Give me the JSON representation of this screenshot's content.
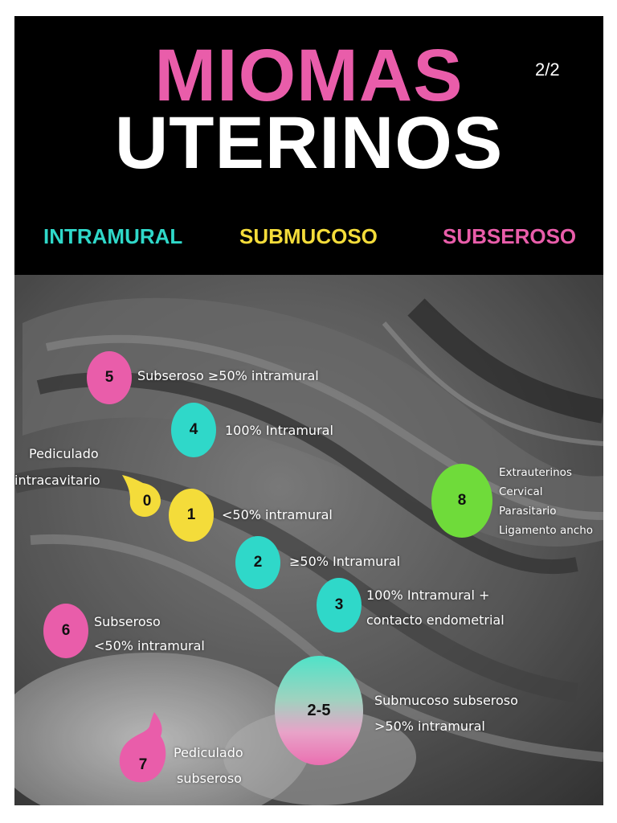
{
  "title": {
    "line1": "MIOMAS",
    "line2": "UTERINOS",
    "page": "2/2"
  },
  "colors": {
    "pink": "#e95daa",
    "white": "#ffffff",
    "cyan": "#2fd8c9",
    "yellow": "#f4dc3a",
    "green": "#6fdb3a"
  },
  "legend": [
    {
      "label": "INTRAMURAL",
      "color": "#2fd8c9"
    },
    {
      "label": "SUBMUCOSO",
      "color": "#f4dc3a"
    },
    {
      "label": "SUBSEROSO",
      "color": "#e95daa"
    }
  ],
  "types": [
    {
      "number": "5",
      "color": "pink",
      "label_lines": [
        "Subseroso ≥50% intramural"
      ]
    },
    {
      "number": "4",
      "color": "cyan",
      "label_lines": [
        "100% Intramural"
      ]
    },
    {
      "number": "0",
      "color": "yellow",
      "label_lines": [
        "Pediculado",
        "intracavitario"
      ]
    },
    {
      "number": "1",
      "color": "yellow",
      "label_lines": [
        "<50% intramural"
      ]
    },
    {
      "number": "2",
      "color": "cyan",
      "label_lines": [
        "≥50% Intramural"
      ]
    },
    {
      "number": "3",
      "color": "cyan",
      "label_lines": [
        "100% Intramural +",
        "contacto endometrial"
      ]
    },
    {
      "number": "6",
      "color": "pink",
      "label_lines": [
        "Subseroso",
        "<50% intramural"
      ]
    },
    {
      "number": "2-5",
      "color": "cyan-pink gradient",
      "label_lines": [
        "Submucoso subseroso",
        ">50% intramural"
      ]
    },
    {
      "number": "7",
      "color": "pink",
      "label_lines": [
        "Pediculado",
        "subseroso"
      ]
    },
    {
      "number": "8",
      "color": "green",
      "label_lines": [
        "Extrauterinos",
        "Cervical",
        "Parasitario",
        "Ligamento ancho"
      ]
    }
  ]
}
